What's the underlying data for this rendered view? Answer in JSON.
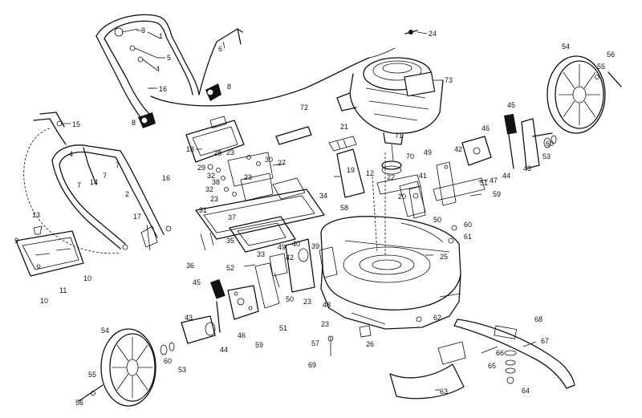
{
  "diagram": {
    "part_numbers": [
      "1",
      "2",
      "3",
      "4",
      "5",
      "6",
      "7",
      "8",
      "9",
      "10",
      "11",
      "12",
      "13",
      "14",
      "15",
      "16",
      "17",
      "18",
      "19",
      "20",
      "21",
      "22",
      "23",
      "24",
      "25",
      "26",
      "27",
      "28",
      "29",
      "30",
      "31",
      "32",
      "33",
      "34",
      "35",
      "36",
      "37",
      "38",
      "39",
      "40",
      "41",
      "42",
      "43",
      "44",
      "45",
      "46",
      "47",
      "48",
      "49",
      "50",
      "51",
      "52",
      "53",
      "54",
      "55",
      "56",
      "57",
      "58",
      "59",
      "60",
      "61",
      "62",
      "63",
      "64",
      "65",
      "66",
      "67",
      "68",
      "69",
      "70",
      "71",
      "72",
      "73"
    ],
    "callouts": [
      {
        "id": "c1",
        "text": "1"
      },
      {
        "id": "c3",
        "text": "3"
      },
      {
        "id": "c5",
        "text": "5"
      },
      {
        "id": "c4a",
        "text": "4"
      },
      {
        "id": "c6",
        "text": "6"
      },
      {
        "id": "c16a",
        "text": "16"
      },
      {
        "id": "c8a",
        "text": "8"
      },
      {
        "id": "c8b",
        "text": "8"
      },
      {
        "id": "c24",
        "text": "24"
      },
      {
        "id": "c73",
        "text": "73"
      },
      {
        "id": "c15",
        "text": "15"
      },
      {
        "id": "c18",
        "text": "18"
      },
      {
        "id": "c72",
        "text": "72"
      },
      {
        "id": "c21",
        "text": "21"
      },
      {
        "id": "c71",
        "text": "71"
      },
      {
        "id": "c54a",
        "text": "54"
      },
      {
        "id": "c55a",
        "text": "55"
      },
      {
        "id": "c56a",
        "text": "56"
      },
      {
        "id": "c45a",
        "text": "45"
      },
      {
        "id": "c46a",
        "text": "46"
      },
      {
        "id": "c42a",
        "text": "42"
      },
      {
        "id": "c49a",
        "text": "49"
      },
      {
        "id": "c70",
        "text": "70"
      },
      {
        "id": "c60a",
        "text": "60"
      },
      {
        "id": "c53a",
        "text": "53"
      },
      {
        "id": "c43a",
        "text": "43"
      },
      {
        "id": "c44a",
        "text": "44"
      },
      {
        "id": "c47",
        "text": "47"
      },
      {
        "id": "c51a",
        "text": "51"
      },
      {
        "id": "c59a",
        "text": "59"
      },
      {
        "id": "c41",
        "text": "41"
      },
      {
        "id": "c20",
        "text": "20"
      },
      {
        "id": "c22",
        "text": "22"
      },
      {
        "id": "c12",
        "text": "12"
      },
      {
        "id": "c19",
        "text": "19"
      },
      {
        "id": "c50a",
        "text": "50"
      },
      {
        "id": "c60b",
        "text": "60"
      },
      {
        "id": "c61",
        "text": "61"
      },
      {
        "id": "c4b",
        "text": "4"
      },
      {
        "id": "c7a",
        "text": "7"
      },
      {
        "id": "c7b",
        "text": "7"
      },
      {
        "id": "c7c",
        "text": "7"
      },
      {
        "id": "c14",
        "text": "14"
      },
      {
        "id": "c16b",
        "text": "16"
      },
      {
        "id": "c2",
        "text": "2"
      },
      {
        "id": "c13",
        "text": "13"
      },
      {
        "id": "c17",
        "text": "17"
      },
      {
        "id": "c9",
        "text": "9"
      },
      {
        "id": "c11",
        "text": "11"
      },
      {
        "id": "c10a",
        "text": "10"
      },
      {
        "id": "c10b",
        "text": "10"
      },
      {
        "id": "c29",
        "text": "29"
      },
      {
        "id": "c28",
        "text": "28"
      },
      {
        "id": "c23a",
        "text": "23"
      },
      {
        "id": "c30",
        "text": "30"
      },
      {
        "id": "c27",
        "text": "27"
      },
      {
        "id": "c32a",
        "text": "32"
      },
      {
        "id": "c38",
        "text": "38"
      },
      {
        "id": "c23b",
        "text": "23"
      },
      {
        "id": "c32b",
        "text": "32"
      },
      {
        "id": "c23c",
        "text": "23"
      },
      {
        "id": "c31",
        "text": "31"
      },
      {
        "id": "c37",
        "text": "37"
      },
      {
        "id": "c34",
        "text": "34"
      },
      {
        "id": "c35",
        "text": "35"
      },
      {
        "id": "c36",
        "text": "36"
      },
      {
        "id": "c58",
        "text": "58"
      },
      {
        "id": "c39",
        "text": "39"
      },
      {
        "id": "c49b",
        "text": "49"
      },
      {
        "id": "c40",
        "text": "40"
      },
      {
        "id": "c33",
        "text": "33"
      },
      {
        "id": "c42b",
        "text": "42"
      },
      {
        "id": "c52",
        "text": "52"
      },
      {
        "id": "c25",
        "text": "25"
      },
      {
        "id": "c45b",
        "text": "45"
      },
      {
        "id": "c50b",
        "text": "50"
      },
      {
        "id": "c51b",
        "text": "51"
      },
      {
        "id": "c23d",
        "text": "23"
      },
      {
        "id": "c48",
        "text": "48"
      },
      {
        "id": "c23e",
        "text": "23"
      },
      {
        "id": "c62",
        "text": "62"
      },
      {
        "id": "c43b",
        "text": "43"
      },
      {
        "id": "c46b",
        "text": "46"
      },
      {
        "id": "c44b",
        "text": "44"
      },
      {
        "id": "c59b",
        "text": "59"
      },
      {
        "id": "c26",
        "text": "26"
      },
      {
        "id": "c57",
        "text": "57"
      },
      {
        "id": "c69",
        "text": "69"
      },
      {
        "id": "c54b",
        "text": "54"
      },
      {
        "id": "c60c",
        "text": "60"
      },
      {
        "id": "c53b",
        "text": "53"
      },
      {
        "id": "c55b",
        "text": "55"
      },
      {
        "id": "c56b",
        "text": "56"
      },
      {
        "id": "c68",
        "text": "68"
      },
      {
        "id": "c67",
        "text": "67"
      },
      {
        "id": "c66",
        "text": "66"
      },
      {
        "id": "c65",
        "text": "65"
      },
      {
        "id": "c64",
        "text": "64"
      },
      {
        "id": "c63",
        "text": "63"
      }
    ]
  }
}
